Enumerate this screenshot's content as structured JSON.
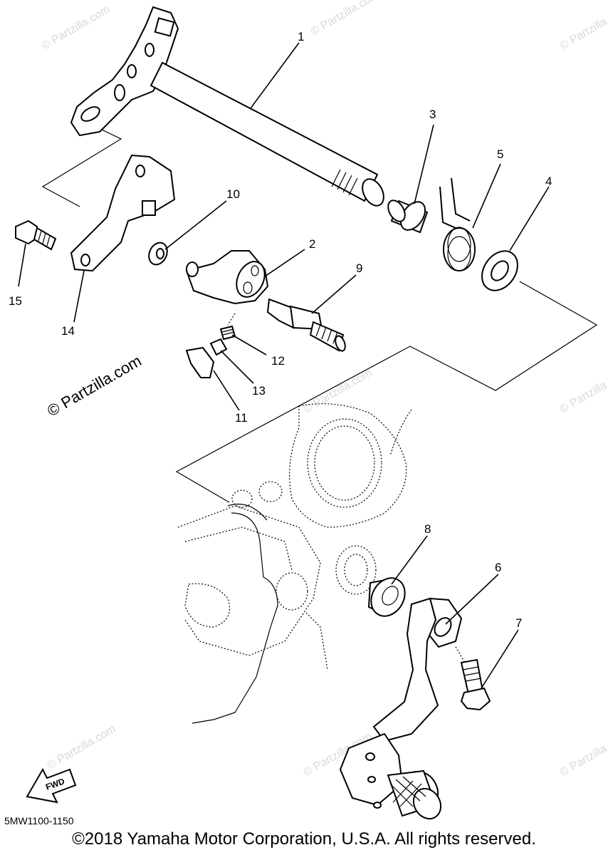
{
  "callouts": [
    {
      "id": "1",
      "label": "1"
    },
    {
      "id": "2",
      "label": "2"
    },
    {
      "id": "3",
      "label": "3"
    },
    {
      "id": "4",
      "label": "4"
    },
    {
      "id": "5",
      "label": "5"
    },
    {
      "id": "6",
      "label": "6"
    },
    {
      "id": "7",
      "label": "7"
    },
    {
      "id": "8",
      "label": "8"
    },
    {
      "id": "9",
      "label": "9"
    },
    {
      "id": "10",
      "label": "10"
    },
    {
      "id": "11",
      "label": "11"
    },
    {
      "id": "12",
      "label": "12"
    },
    {
      "id": "13",
      "label": "13"
    },
    {
      "id": "14",
      "label": "14"
    },
    {
      "id": "15",
      "label": "15"
    }
  ],
  "watermark": {
    "main": "© Partzilla.com",
    "faint": "© Partzilla.com"
  },
  "fwd_label": "FWD",
  "diagram_code": "5MW1100-1150",
  "copyright": "©2018 Yamaha Motor Corporation, U.S.A. All rights reserved."
}
